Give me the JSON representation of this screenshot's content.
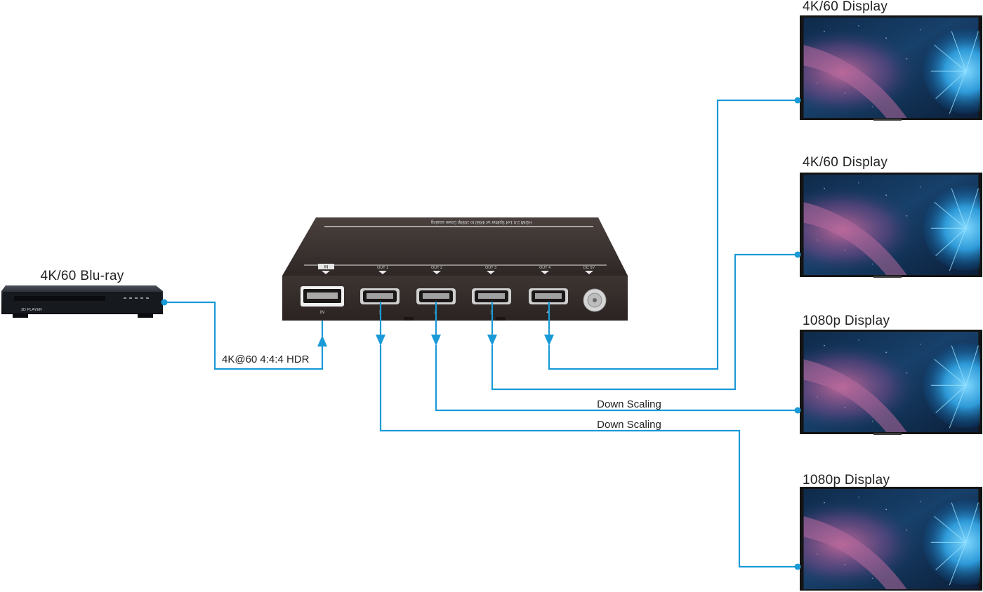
{
  "source": {
    "label": "4K/60 Blu-ray",
    "player_logo_text": "3D PLAYER"
  },
  "splitter": {
    "top_label": "HDMI 2.0 1x4 Splitter w/ 4K60 to 1080p Down-scaling",
    "ports": [
      "IN",
      "OUT 1",
      "OUT 2",
      "OUT 3",
      "OUT 4",
      "DC 5V"
    ],
    "port_numbers": [
      "IN",
      "1",
      "2",
      "3",
      "4"
    ]
  },
  "links": {
    "input_signal": "4K@60 4:4:4 HDR",
    "down_scaling_1": "Down Scaling",
    "down_scaling_2": "Down Scaling"
  },
  "displays": [
    {
      "label": "4K/60 Display"
    },
    {
      "label": "4K/60 Display"
    },
    {
      "label": "1080p Display"
    },
    {
      "label": "1080p Display"
    }
  ],
  "colors": {
    "wire": "#1a9ad6",
    "device_body": "#3a3331"
  }
}
